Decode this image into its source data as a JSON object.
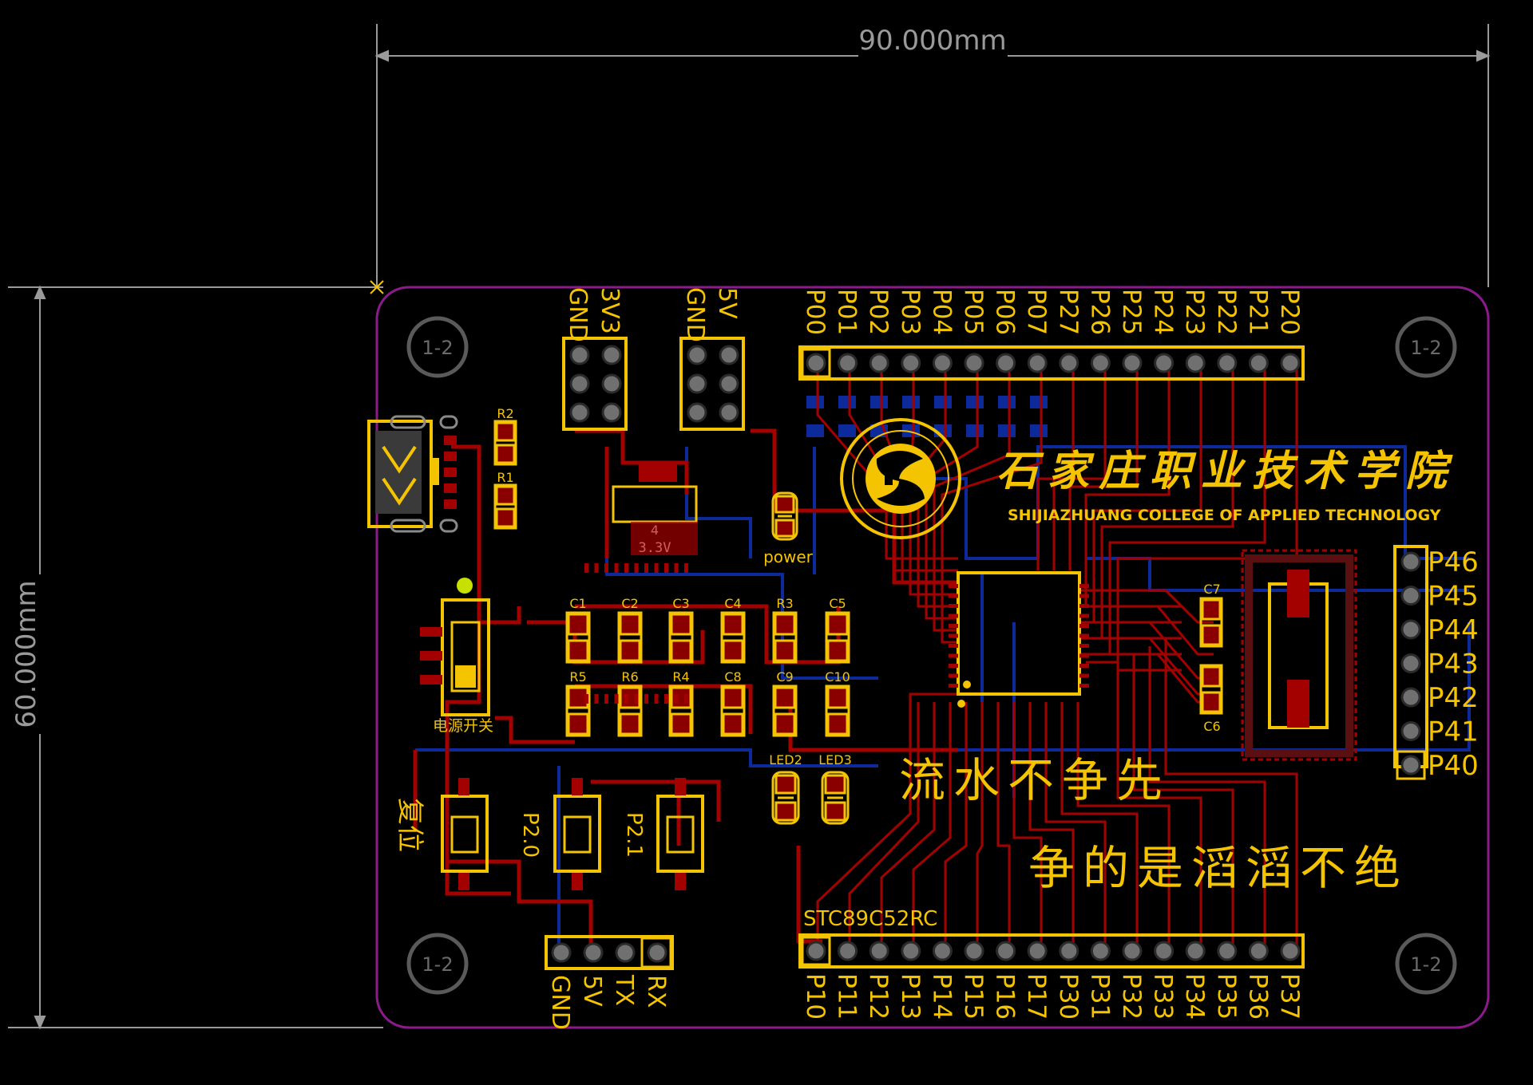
{
  "dimensions": {
    "width": "90.000mm",
    "height": "60.000mm"
  },
  "mounting_hole_label": "1-2",
  "headers": {
    "top": [
      "P00",
      "P01",
      "P02",
      "P03",
      "P04",
      "P05",
      "P06",
      "P07",
      "P27",
      "P26",
      "P25",
      "P24",
      "P23",
      "P22",
      "P21",
      "P20"
    ],
    "bottom": [
      "P10",
      "P11",
      "P12",
      "P13",
      "P14",
      "P15",
      "P16",
      "P17",
      "P30",
      "P31",
      "P32",
      "P33",
      "P34",
      "P35",
      "P36",
      "P37"
    ],
    "right": [
      "P46",
      "P45",
      "P44",
      "P43",
      "P42",
      "P41",
      "P40"
    ],
    "power_3v3": [
      "GND",
      "3V3"
    ],
    "power_5v": [
      "GND",
      "5V"
    ],
    "serial": [
      "GND",
      "5V",
      "TX",
      "RX"
    ]
  },
  "components": {
    "r1": "R1",
    "r2": "R2",
    "r3": "R3",
    "r4": "R4",
    "r5": "R5",
    "r6": "R6",
    "c1": "C1",
    "c2": "C2",
    "c3": "C3",
    "c4": "C4",
    "c5": "C5",
    "c6": "C6",
    "c7": "C7",
    "c8": "C8",
    "c9": "C9",
    "c10": "C10",
    "led2": "LED2",
    "led3": "LED3",
    "power_led": "power",
    "regulator_ref": "4",
    "regulator_value": "3.3V",
    "power_switch": "电源开关",
    "reset_button": "复位",
    "button_p20": "P2.0",
    "button_p21": "P2.1",
    "mcu": "STC89C52RC"
  },
  "branding": {
    "college_cn": "石家庄职业技术学院",
    "college_en": "SHIJIAZHUANG COLLEGE OF APPLIED TECHNOLOGY"
  },
  "slogan": {
    "line1": "流水不争先",
    "line2": "争的是滔滔不绝"
  },
  "colors": {
    "board_bg": "#000000",
    "board_outline": "#8b1a8b",
    "silkscreen": "#f5c400",
    "top_copper": "#a30000",
    "bottom_copper": "#0d2a9a",
    "dimension": "#9a9a9a"
  }
}
